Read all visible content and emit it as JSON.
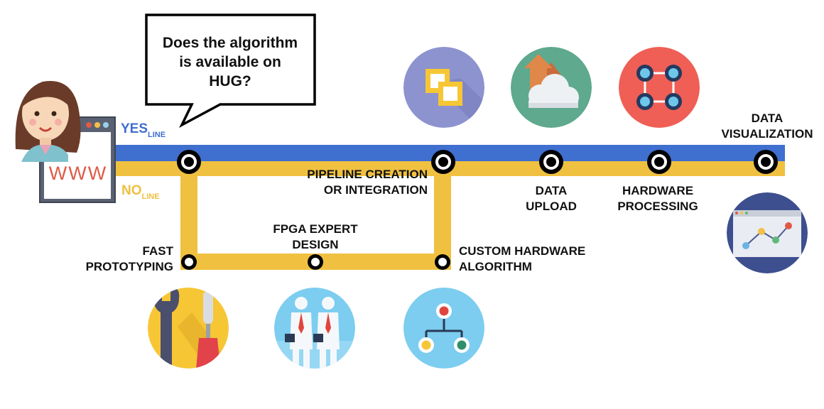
{
  "speech_bubble": {
    "lines": [
      "Does the algorithm",
      "is available on",
      "HUG?"
    ]
  },
  "browser": {
    "url_text": "WWW"
  },
  "lines": {
    "yes": {
      "label": "YES",
      "sub": "LINE",
      "color": "#3f6fcf"
    },
    "no": {
      "label": "NO",
      "sub": "LINE",
      "color": "#f0c040"
    }
  },
  "stations": {
    "pipeline": [
      "PIPELINE CREATION",
      "OR INTEGRATION"
    ],
    "data_upload": [
      "DATA",
      "UPLOAD"
    ],
    "hardware_processing": [
      "HARDWARE",
      "PROCESSING"
    ],
    "data_visualization": [
      "DATA",
      "VISUALIZATION"
    ],
    "fast_prototyping": [
      "FAST",
      "PROTOTYPING"
    ],
    "fpga_expert": [
      "FPGA EXPERT",
      "DESIGN"
    ],
    "custom_hardware": [
      "CUSTOM HARDWARE",
      "ALGORITHM"
    ]
  },
  "icons": [
    "user-avatar-icon",
    "browser-window-icon",
    "layers-icon",
    "cloud-upload-icon",
    "gears-network-icon",
    "chart-screen-icon",
    "wrench-screwdriver-icon",
    "business-people-icon",
    "hierarchy-icon"
  ]
}
